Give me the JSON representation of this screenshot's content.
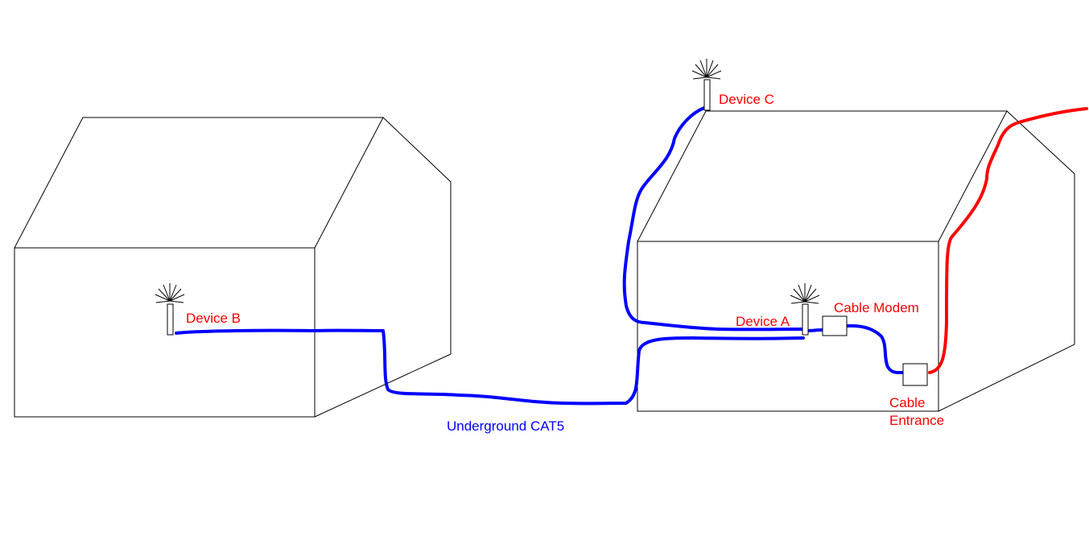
{
  "colors": {
    "outline": "#000000",
    "ethernet_cable": "#0000ff",
    "coax_cable": "#ff0000",
    "device_label": "#ff0000",
    "cable_label": "#0000ff"
  },
  "labels": {
    "device_b": "Device B",
    "device_c": "Device C",
    "device_a": "Device A",
    "cable_modem": "Cable Modem",
    "cable_entrance_line1": "Cable",
    "cable_entrance_line2": "Entrance",
    "underground": "Underground CAT5"
  },
  "icons": {
    "wireless_device": "antenna-icon",
    "modem": "modem-box",
    "entrance": "entrance-box"
  }
}
